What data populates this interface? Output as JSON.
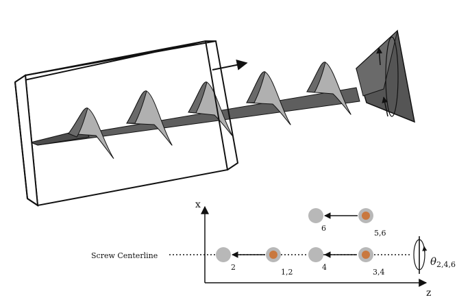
{
  "diagram": {
    "axes": {
      "x_label": "x",
      "z_label": "z"
    },
    "centerline_label": "Screw Centerline",
    "theta": {
      "symbol": "θ",
      "subscript": "2,4,6"
    },
    "markers": [
      {
        "label": "6",
        "style": "plain"
      },
      {
        "label": "5,6",
        "style": "orange"
      },
      {
        "label": "2",
        "style": "plain"
      },
      {
        "label": "1,2",
        "style": "orange"
      },
      {
        "label": "4",
        "style": "plain"
      },
      {
        "label": "3,4",
        "style": "orange"
      }
    ],
    "colors": {
      "marker_gray": "#b8b8b8",
      "marker_orange": "#c9783f",
      "screw_dark": "#5a5a5a",
      "screw_mid": "#7a7a7a",
      "screw_light": "#b0b0b0",
      "head": "#444444"
    }
  }
}
